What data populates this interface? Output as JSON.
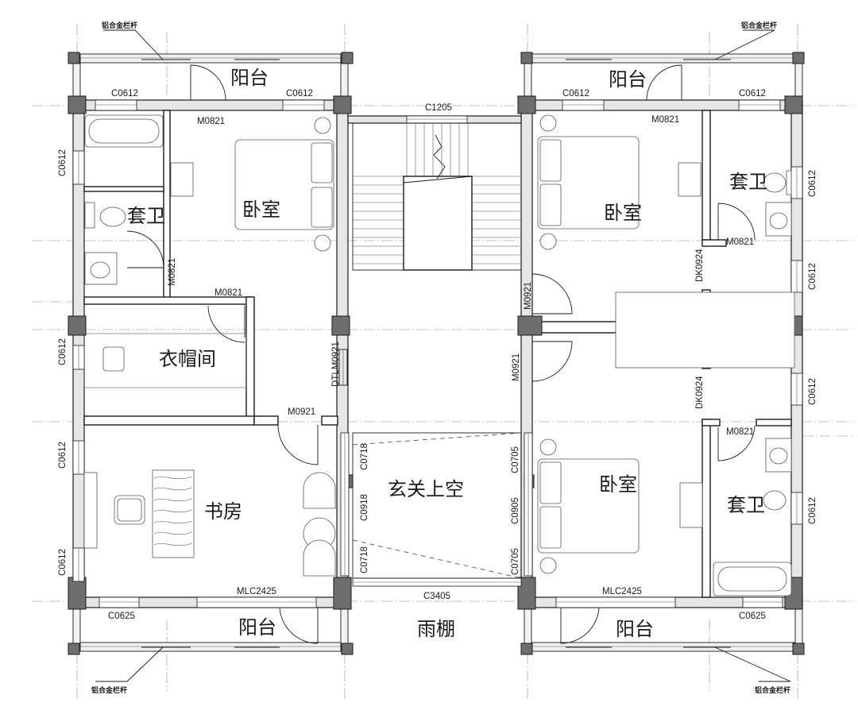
{
  "rooms": {
    "balcony_tl": "阳台",
    "balcony_tr": "阳台",
    "balcony_bl": "阳台",
    "balcony_br": "阳台",
    "bedroom_l": "卧室",
    "bedroom_r": "卧室",
    "bedroom_br": "卧室",
    "bath_l": "套卫",
    "bath_r": "套卫",
    "bath_br": "套卫",
    "closet": "衣帽间",
    "study": "书房",
    "void": "玄关上空",
    "canopy": "雨棚"
  },
  "codes": {
    "c0612_tl1": "C0612",
    "c0612_tl2": "C0612",
    "c1205": "C1205",
    "c0612_tr1": "C0612",
    "c0612_tr2": "C0612",
    "m0821_tl": "M0821",
    "m0821_tr": "M0821",
    "m0821_bath_l": "M0821",
    "m0821_closet": "M0821",
    "m0821_bath_r": "M0821",
    "m0821_bath_br": "M0821",
    "c0612_l1": "C0612",
    "c0612_l2": "C0612",
    "c0612_l3": "C0612",
    "c0612_l4": "C0612",
    "c0612_r1": "C0612",
    "c0612_r2": "C0612",
    "c0612_r3": "C0612",
    "c0612_r4": "C0612",
    "dk0924_1": "DK0924",
    "dk0924_2": "DK0924",
    "m0921_1": "M0921",
    "m0921_2": "M0921",
    "m0921_study": "M0921",
    "dtlm0921": "DTLM0921",
    "c0718_1": "C0718",
    "c0918": "C0918",
    "c0718_2": "C0718",
    "c0705_1": "C0705",
    "c0905": "C0905",
    "c0705_2": "C0705",
    "mlc2425_l": "MLC2425",
    "mlc2425_r": "MLC2425",
    "c0625_l": "C0625",
    "c0625_r": "C0625",
    "c3405": "C3405"
  },
  "notes": {
    "rail_tl": "铝合金栏杆",
    "rail_tr": "铝合金栏杆",
    "rail_bl": "铝合金栏杆",
    "rail_br": "铝合金栏杆"
  }
}
